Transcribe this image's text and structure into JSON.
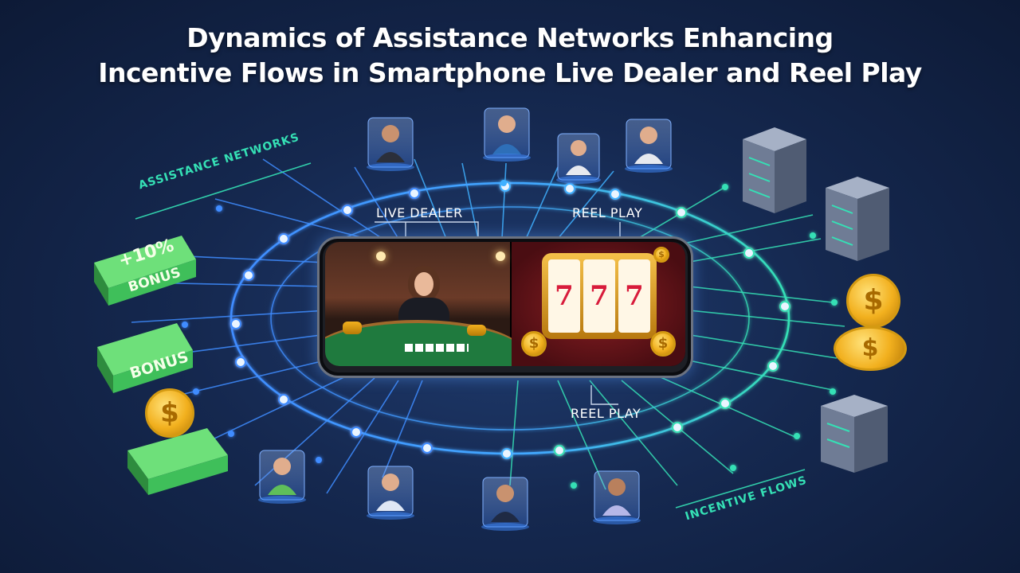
{
  "title": {
    "line1": "Dynamics of Assistance Networks Enhancing",
    "line2": "Incentive Flows in Smartphone Live Dealer and Reel Play"
  },
  "labels": {
    "assistance_networks": "ASSISTANCE NETWORKS",
    "incentive_flows": "INCENTIVE FLOWS",
    "live_dealer": "LIVE DEALER",
    "reel_play_top": "REEL PLAY",
    "reel_play_bottom": "REEL PLAY"
  },
  "bonuses": {
    "bonus_top_percent": "+10%",
    "bonus_top_text": "BONUS",
    "bonus_mid_text": "BONUS",
    "dollar_symbol": "$"
  },
  "slot": {
    "reel_symbols": [
      "7",
      "7",
      "7"
    ]
  },
  "colors": {
    "background": "#15284f",
    "network_blue": "#3f8cff",
    "network_green": "#35e0b5",
    "gold": "#f2b01e",
    "cash_green": "#3fbf5a"
  },
  "icons": {
    "agents": "person-avatar-icon",
    "servers": "server-stack-icon",
    "coins": "dollar-coin-icon",
    "cash": "cash-stack-icon"
  }
}
